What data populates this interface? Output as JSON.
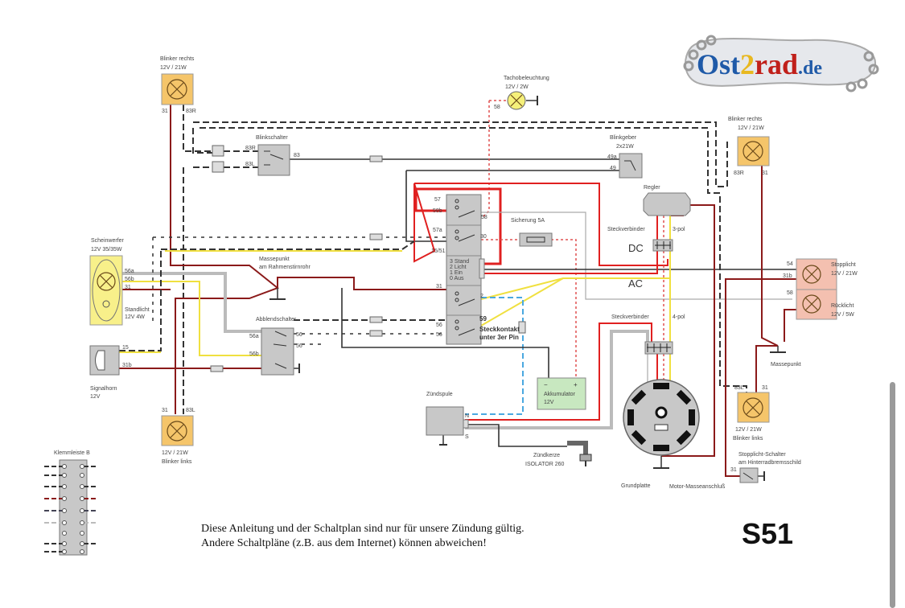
{
  "logo": {
    "text": "Ost2rad.de",
    "part1": "Ost",
    "part2": "2",
    "part3": "rad",
    "part4": ".de",
    "colors": {
      "blue": "#1f5aa8",
      "yellow": "#e8b820",
      "red": "#c0201a"
    }
  },
  "model": "S51",
  "note": {
    "line1": "Diese Anleitung und der Schaltplan sind nur für unsere Zündung gültig.",
    "line2": "Andere Schaltpläne (z.B. aus dem Internet) können abweichen!"
  },
  "components": {
    "blinker_rechts_front": {
      "name": "Blinker rechts",
      "rating": "12V / 21W",
      "pin1": "31",
      "pin2": "83R"
    },
    "blinkschalter": {
      "name": "Blinkschalter",
      "pin_r": "83R",
      "pin_l": "83L",
      "pin_out": "83"
    },
    "tacho": {
      "name": "Tachobeleuchtung",
      "rating": "12V / 2W",
      "pin": "58"
    },
    "blinkgeber": {
      "name": "Blinkgeber",
      "rating": "2x21W",
      "pin1": "49a",
      "pin2": "49"
    },
    "blinker_rechts_rear": {
      "name": "Blinker rechts",
      "rating": "12V / 21W",
      "pin1": "83R",
      "pin2": "31"
    },
    "regler": {
      "name": "Regler"
    },
    "stk3": {
      "name": "Steckverbinder",
      "poles": "3-pol",
      "type": "DC"
    },
    "sicherung": {
      "name": "Sicherung  5A"
    },
    "zuendschloss": {
      "p57": "57",
      "p58b": "58b",
      "p58": "58",
      "p57a": "57a",
      "p30": "30",
      "p1551": "15/51",
      "pos3": "3 Stand",
      "pos2": "2 Licht",
      "pos1": "1 Ein",
      "pos0": "0 Aus",
      "p31": "31",
      "p2": "2",
      "p56a": "56",
      "p56b": "56",
      "p59": "59",
      "stk1": "Steckkontakt",
      "stk2": "unter 3er Pin"
    },
    "scheinwerfer": {
      "name": "Scheinwerfer",
      "rating": "12V 35/35W",
      "p56a": "56a",
      "p56b": "56b",
      "p31": "31",
      "stand": "Standlicht",
      "stand_rating": "12V 4W"
    },
    "massepunkt_front": {
      "line1": "Massepunkt",
      "line2": "am Rahmenstirnrohr"
    },
    "abblendschalter": {
      "name": "Abblendschalter",
      "p56a": "56a",
      "p56b": "56b",
      "p56": "56",
      "p56_2": "56"
    },
    "signalhorn": {
      "name": "Signalhorn",
      "rating": "12V",
      "p15": "15",
      "p31b": "31b"
    },
    "blinker_links_front": {
      "pin1": "31",
      "pin2": "83L",
      "rating": "12V / 21W",
      "name": "Blinker links"
    },
    "ac": "AC",
    "rear_light": {
      "p54": "54",
      "p31b": "31b",
      "p58": "58",
      "stop": "Stopplicht",
      "stop_rating": "12V / 21W",
      "rueck": "Rücklicht",
      "rueck_rating": "12V / 5W"
    },
    "stk4": {
      "name": "Steckverbinder",
      "poles": "4-pol"
    },
    "akku": {
      "minus": "−",
      "plus": "+",
      "name": "Akkumulator",
      "rating": "12V"
    },
    "zuendspule": {
      "name": "Zündspule",
      "pN": "N",
      "pS": "S"
    },
    "zuendkerze": {
      "name": "Zündkerze",
      "type": "ISOLATOR 260"
    },
    "massepunkt_rear": {
      "name": "Massepunkt"
    },
    "blinker_links_rear": {
      "pin1": "83L",
      "pin2": "31",
      "rating": "12V / 21W",
      "name": "Blinker links"
    },
    "stopschalter": {
      "line1": "Stopplicht-Schalter",
      "line2": "am Hinterradbremsschild",
      "pin": "31"
    },
    "grundplatte": "Grundplatte",
    "motor_masse": "Motor-Masseanschluß",
    "klemmleiste": {
      "name": "Klemmleiste B"
    }
  }
}
